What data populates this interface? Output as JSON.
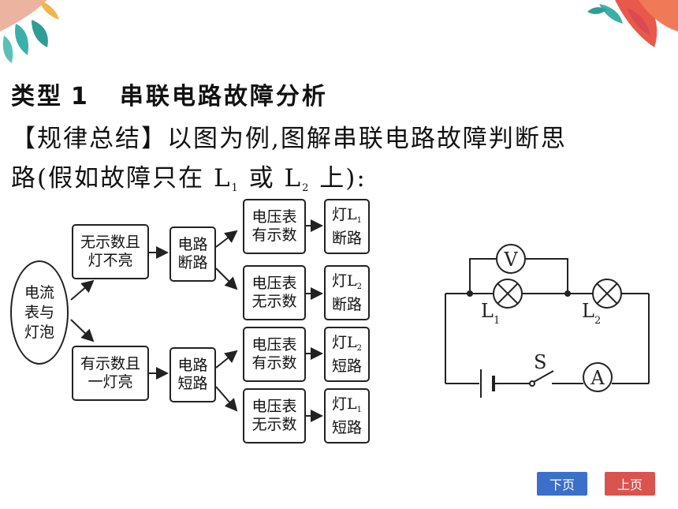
{
  "heading": {
    "prefix": "类型",
    "number": "1",
    "title": "串联电路故障分析"
  },
  "intro": {
    "line1": "【规律总结】以图为例,图解串联电路故障判断思",
    "line2_a": "路(假如故障只在 L",
    "line2_sub1": "1",
    "line2_b": " 或 L",
    "line2_sub2": "2",
    "line2_c": " 上):"
  },
  "flowchart": {
    "root": [
      "电流",
      "表与",
      "灯泡"
    ],
    "branch_top": {
      "condition": [
        "无示数且",
        "灯不亮"
      ],
      "result": [
        "电路",
        "断路"
      ]
    },
    "branch_bottom": {
      "condition": [
        "有示数且",
        "一灯亮"
      ],
      "result": [
        "电路",
        "短路"
      ]
    },
    "voltmeter": {
      "has": [
        "电压表",
        "有示数"
      ],
      "none": [
        "电压表",
        "无示数"
      ]
    },
    "conclusions": [
      {
        "lamp": "灯L",
        "sub": "1",
        "fault": "断路"
      },
      {
        "lamp": "灯L",
        "sub": "2",
        "fault": "断路"
      },
      {
        "lamp": "灯L",
        "sub": "2",
        "fault": "短路"
      },
      {
        "lamp": "灯L",
        "sub": "1",
        "fault": "短路"
      }
    ]
  },
  "circuit": {
    "voltmeter": "V",
    "ammeter": "A",
    "switch": "S",
    "lamp1": "L",
    "lamp1_sub": "1",
    "lamp2": "L",
    "lamp2_sub": "2"
  },
  "nav": {
    "next": "下页",
    "prev": "上页",
    "next_color": "#3b6fc9",
    "prev_color": "#d9534f"
  }
}
